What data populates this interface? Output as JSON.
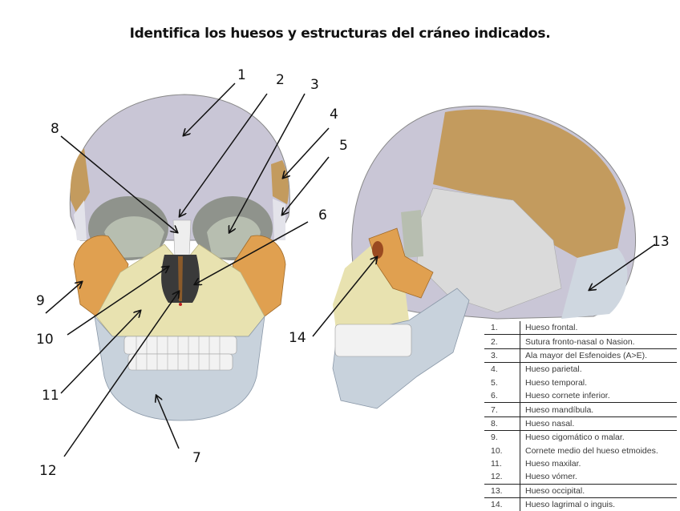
{
  "title": "Identifica los huesos y estructuras del cráneo indicados.",
  "colors": {
    "frontal": "#c9c6d6",
    "parietal": "#c39b5e",
    "zygomatic": "#e0a050",
    "maxilla": "#e8e2b0",
    "mandible": "#c8d2dc",
    "sphenoid": "#b7beb0",
    "temporal": "#d8d8d8",
    "occipital": "#cfd7e0",
    "arrow": "#111111"
  },
  "labels": [
    {
      "id": "1",
      "text": "1"
    },
    {
      "id": "2",
      "text": "2"
    },
    {
      "id": "3",
      "text": "3"
    },
    {
      "id": "4",
      "text": "4"
    },
    {
      "id": "5",
      "text": "5"
    },
    {
      "id": "6",
      "text": "6"
    },
    {
      "id": "7",
      "text": "7"
    },
    {
      "id": "8",
      "text": "8"
    },
    {
      "id": "9",
      "text": "9"
    },
    {
      "id": "10",
      "text": "10"
    },
    {
      "id": "11",
      "text": "11"
    },
    {
      "id": "12",
      "text": "12"
    },
    {
      "id": "13",
      "text": "13"
    },
    {
      "id": "14",
      "text": "14"
    }
  ],
  "legend": [
    {
      "num": "1.",
      "text": "Hueso frontal."
    },
    {
      "num": "2.",
      "text": "Sutura fronto-nasal o Nasion."
    },
    {
      "num": "3.",
      "text": "Ala mayor del Esfenoides (A>E)."
    },
    {
      "num": "4.",
      "text": "Hueso parietal."
    },
    {
      "num": "5.",
      "text": "Hueso temporal."
    },
    {
      "num": "6.",
      "text": "Hueso cornete inferior."
    },
    {
      "num": "7.",
      "text": "Hueso mandíbula."
    },
    {
      "num": "8.",
      "text": "Hueso nasal."
    },
    {
      "num": "9.",
      "text": "Hueso cigomático o malar."
    },
    {
      "num": "10.",
      "text": "Cornete medio del hueso etmoides."
    },
    {
      "num": "11.",
      "text": "Hueso maxilar."
    },
    {
      "num": "12.",
      "text": "Hueso vómer."
    },
    {
      "num": "13.",
      "text": "Hueso occipital."
    },
    {
      "num": "14.",
      "text": "Hueso lagrimal o inguis."
    }
  ]
}
